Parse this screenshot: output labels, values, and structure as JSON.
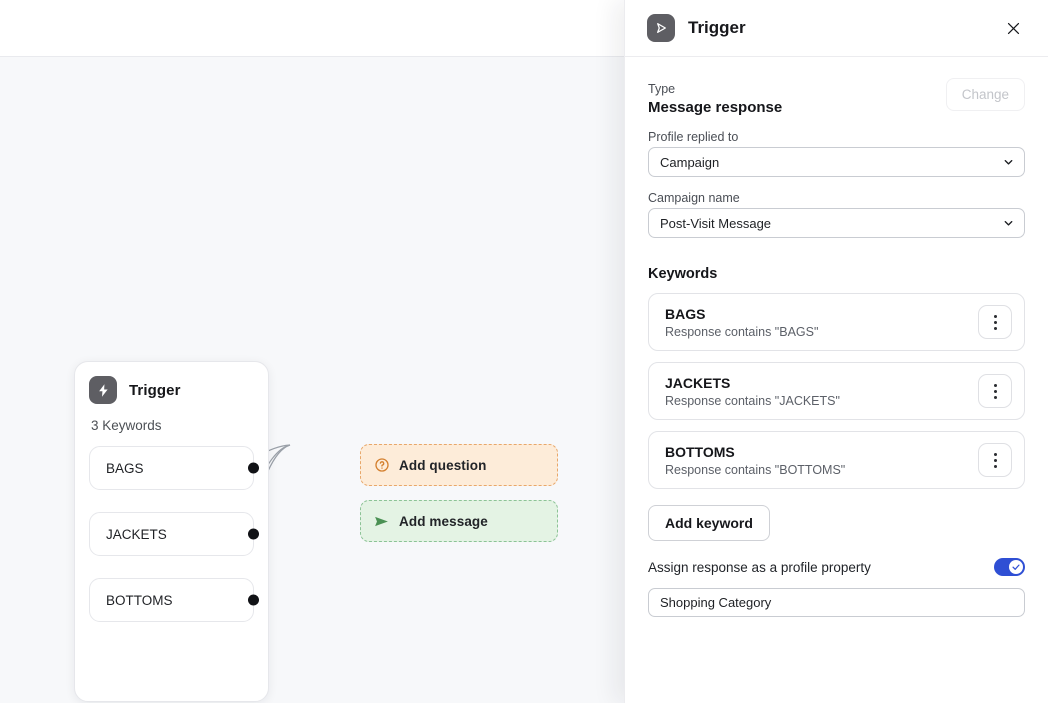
{
  "panel": {
    "title": "Trigger",
    "icon": "send-triangle-icon",
    "close_icon": "close-icon",
    "type_label": "Type",
    "type_value": "Message response",
    "change_label": "Change",
    "profile_label": "Profile replied to",
    "profile_value": "Campaign",
    "campaign_label": "Campaign name",
    "campaign_value": "Post-Visit Message",
    "keywords_title": "Keywords",
    "keywords": [
      {
        "name": "BAGS",
        "desc": "Response contains \"BAGS\""
      },
      {
        "name": "JACKETS",
        "desc": "Response contains \"JACKETS\""
      },
      {
        "name": "BOTTOMS",
        "desc": "Response contains \"BOTTOMS\""
      }
    ],
    "add_keyword_label": "Add keyword",
    "assign_label": "Assign response as a profile property",
    "assign_enabled": "on",
    "property_value": "Shopping Category",
    "accent_color": "#2f4fd4"
  },
  "canvas": {
    "node": {
      "title": "Trigger",
      "icon": "lightning-bolt-icon",
      "subtitle": "3 Keywords",
      "keywords": [
        "BAGS",
        "JACKETS",
        "BOTTOMS"
      ]
    },
    "actions": [
      {
        "label": "Add question",
        "icon": "question-circle-icon",
        "bg": "#fdecd9",
        "border": "#e8a76a",
        "icon_color": "#d4802f"
      },
      {
        "label": "Add message",
        "icon": "send-arrow-icon",
        "bg": "#e4f3e4",
        "border": "#8cc396",
        "icon_color": "#4b9154"
      }
    ],
    "background_color": "#f7f8fa"
  }
}
